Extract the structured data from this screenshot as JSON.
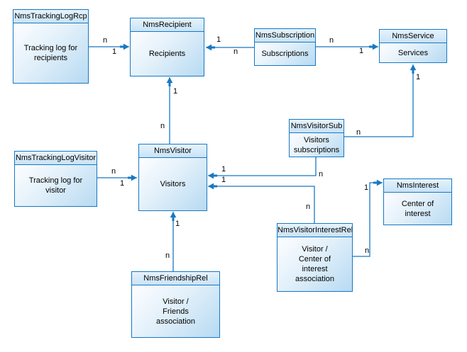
{
  "diagram": {
    "entities": [
      {
        "name": "NmsTrackingLogRcp",
        "label": "Tracking log for\nrecipients"
      },
      {
        "name": "NmsRecipient",
        "label": "Recipients"
      },
      {
        "name": "NmsSubscription",
        "label": "Subscriptions"
      },
      {
        "name": "NmsService",
        "label": "Services"
      },
      {
        "name": "NmsVisitorSub",
        "label": "Visitors\nsubscriptions"
      },
      {
        "name": "NmsTrackingLogVisitor",
        "label": "Tracking log for\nvisitor"
      },
      {
        "name": "NmsVisitor",
        "label": "Visitors"
      },
      {
        "name": "NmsInterest",
        "label": "Center of\ninterest"
      },
      {
        "name": "NmsVisitorInterestRel",
        "label": "Visitor /\nCenter of\ninterest\nassociation"
      },
      {
        "name": "NmsFriendshipRel",
        "label": "Visitor /\nFriends\nassociation"
      }
    ],
    "connections": [
      {
        "from": "NmsTrackingLogRcp",
        "to": "NmsRecipient",
        "from_card": "n",
        "to_card": "1"
      },
      {
        "from": "NmsSubscription",
        "to": "NmsRecipient",
        "from_card": "n",
        "to_card": "1"
      },
      {
        "from": "NmsSubscription",
        "to": "NmsService",
        "from_card": "n",
        "to_card": "1"
      },
      {
        "from": "NmsVisitorSub",
        "to": "NmsService",
        "from_card": "n",
        "to_card": "1"
      },
      {
        "from": "NmsVisitor",
        "to": "NmsRecipient",
        "from_card": "n",
        "to_card": "1"
      },
      {
        "from": "NmsTrackingLogVisitor",
        "to": "NmsVisitor",
        "from_card": "n",
        "to_card": "1"
      },
      {
        "from": "NmsVisitorSub",
        "to": "NmsVisitor",
        "from_card": "n",
        "to_card": "1"
      },
      {
        "from": "NmsVisitorInterestRel",
        "to": "NmsVisitor",
        "from_card": "n",
        "to_card": "1"
      },
      {
        "from": "NmsFriendshipRel",
        "to": "NmsVisitor",
        "from_card": "n",
        "to_card": "1"
      },
      {
        "from": "NmsVisitorInterestRel",
        "to": "NmsInterest",
        "from_card": "n",
        "to_card": "1"
      }
    ],
    "colors": {
      "line": "#1878c2",
      "border": "#1878c2",
      "header_fill_top": "#e6f3fc",
      "header_fill_bottom": "#c9e3f6",
      "body_fill_light": "#fdfeff",
      "body_fill_dark": "#b7daf2",
      "text": "#000000",
      "background": "#ffffff"
    }
  }
}
